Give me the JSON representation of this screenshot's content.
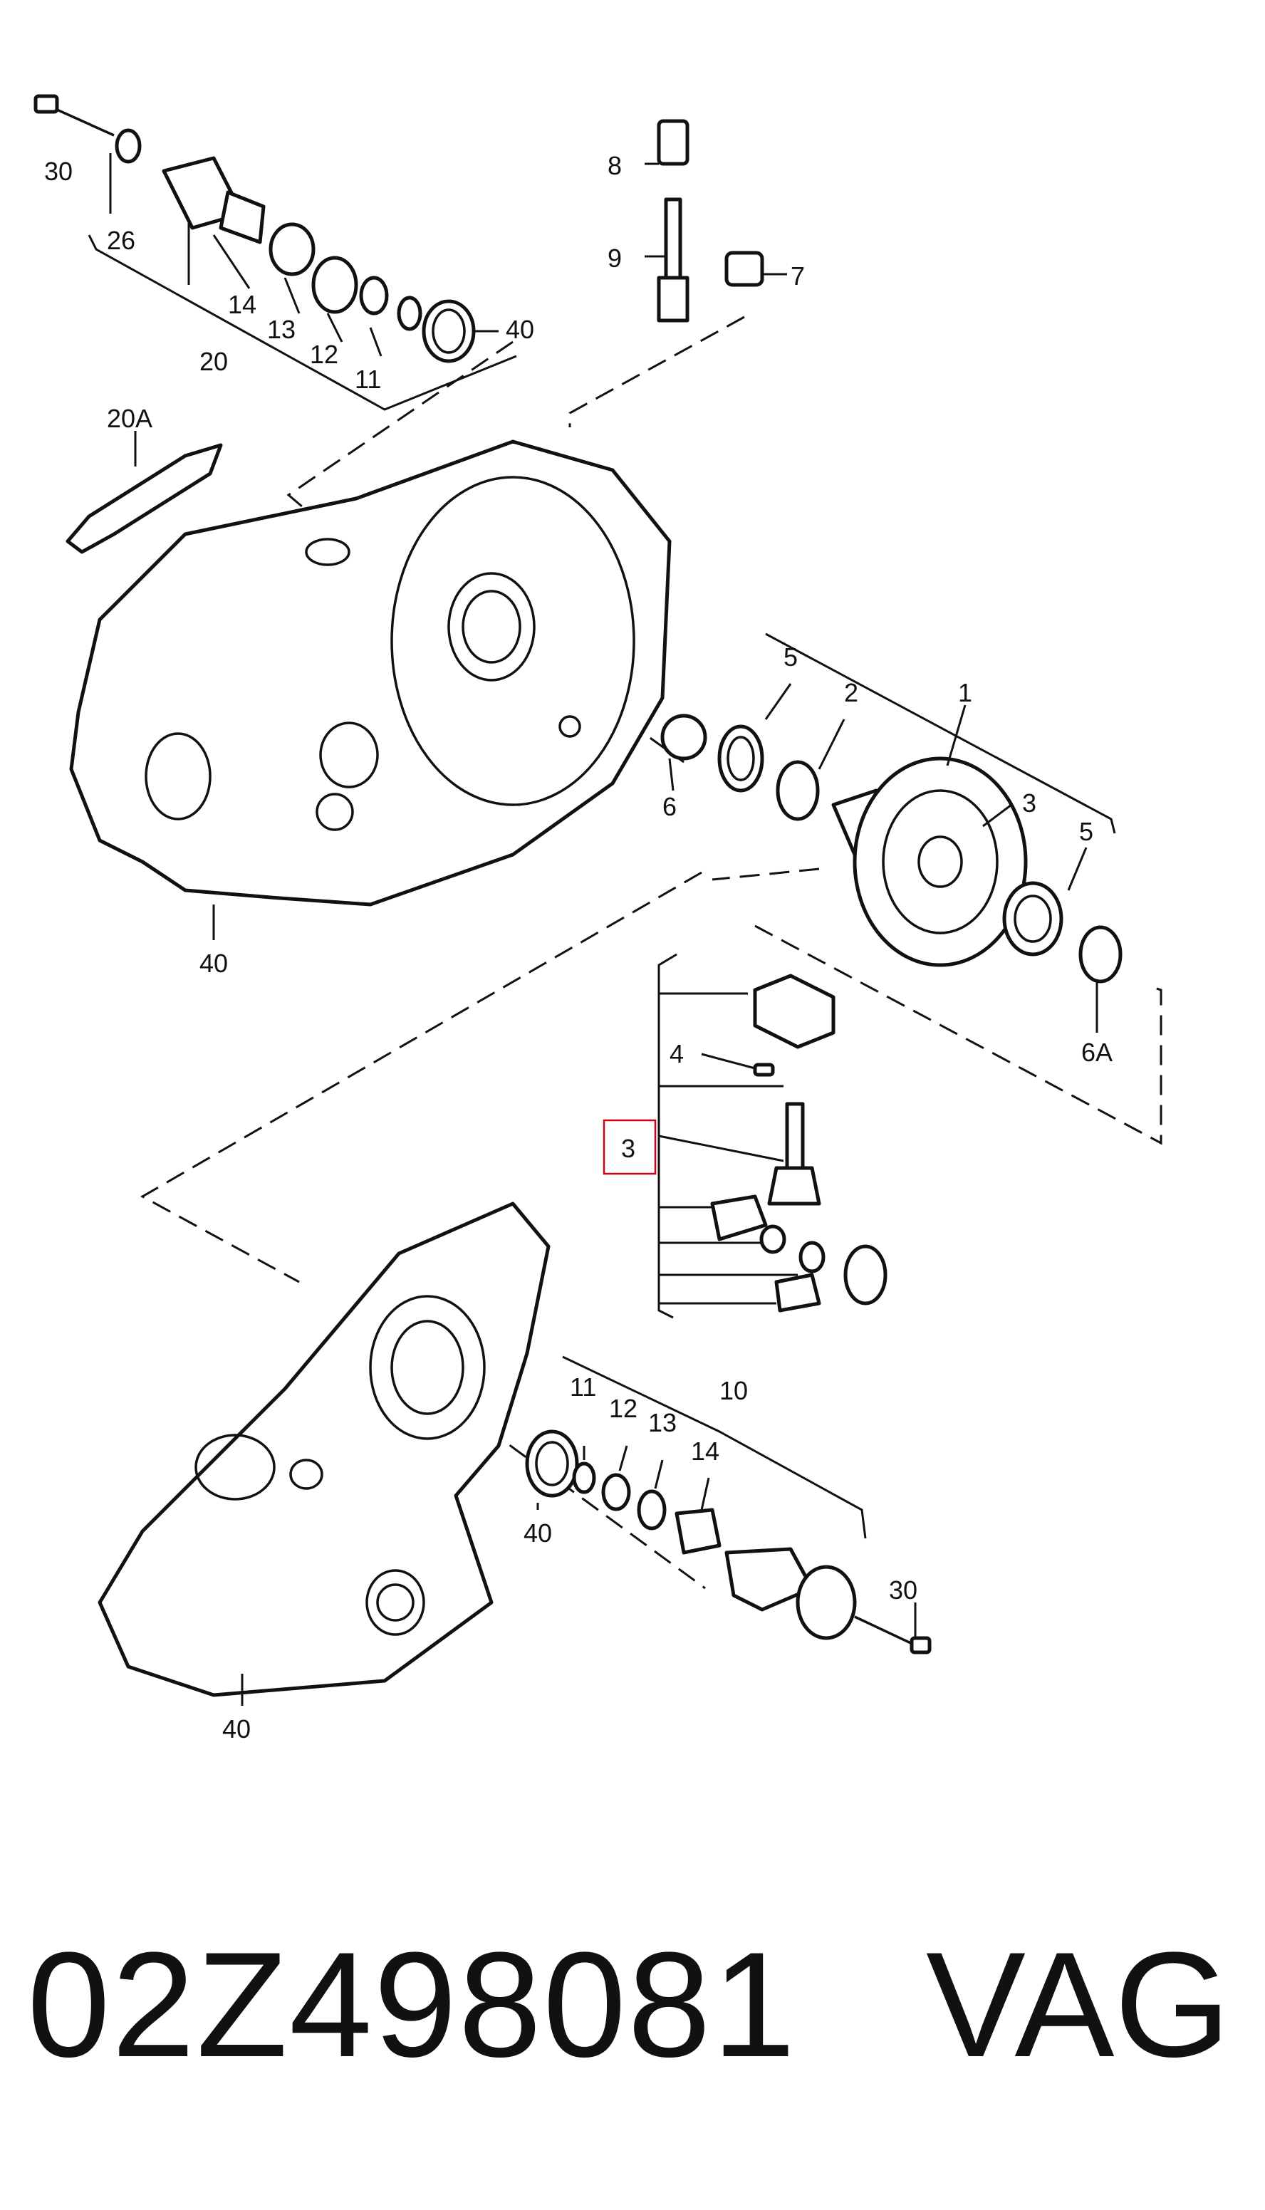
{
  "diagram": {
    "callouts": {
      "c30_top": "30",
      "c26": "26",
      "c14_top": "14",
      "c13_top": "13",
      "c12_top": "12",
      "c11_top": "11",
      "c40_top": "40",
      "c20": "20",
      "c8": "8",
      "c9": "9",
      "c7": "7",
      "c20A": "20A",
      "c40_housing": "40",
      "c5_left": "5",
      "c2": "2",
      "c1": "1",
      "c3_right": "3",
      "c6": "6",
      "c5_right": "5",
      "c6A": "6A",
      "c4": "4",
      "c3_highlight": "3",
      "c11_bottom": "11",
      "c12_bottom": "12",
      "c13_bottom": "13",
      "c14_bottom": "14",
      "c10": "10",
      "c40_seal_bottom": "40",
      "c30_bottom": "30",
      "c40_bottom": "40"
    },
    "highlight_color": "#d0021b"
  },
  "footer": {
    "part_number": "02Z498081",
    "brand": "VAG"
  }
}
